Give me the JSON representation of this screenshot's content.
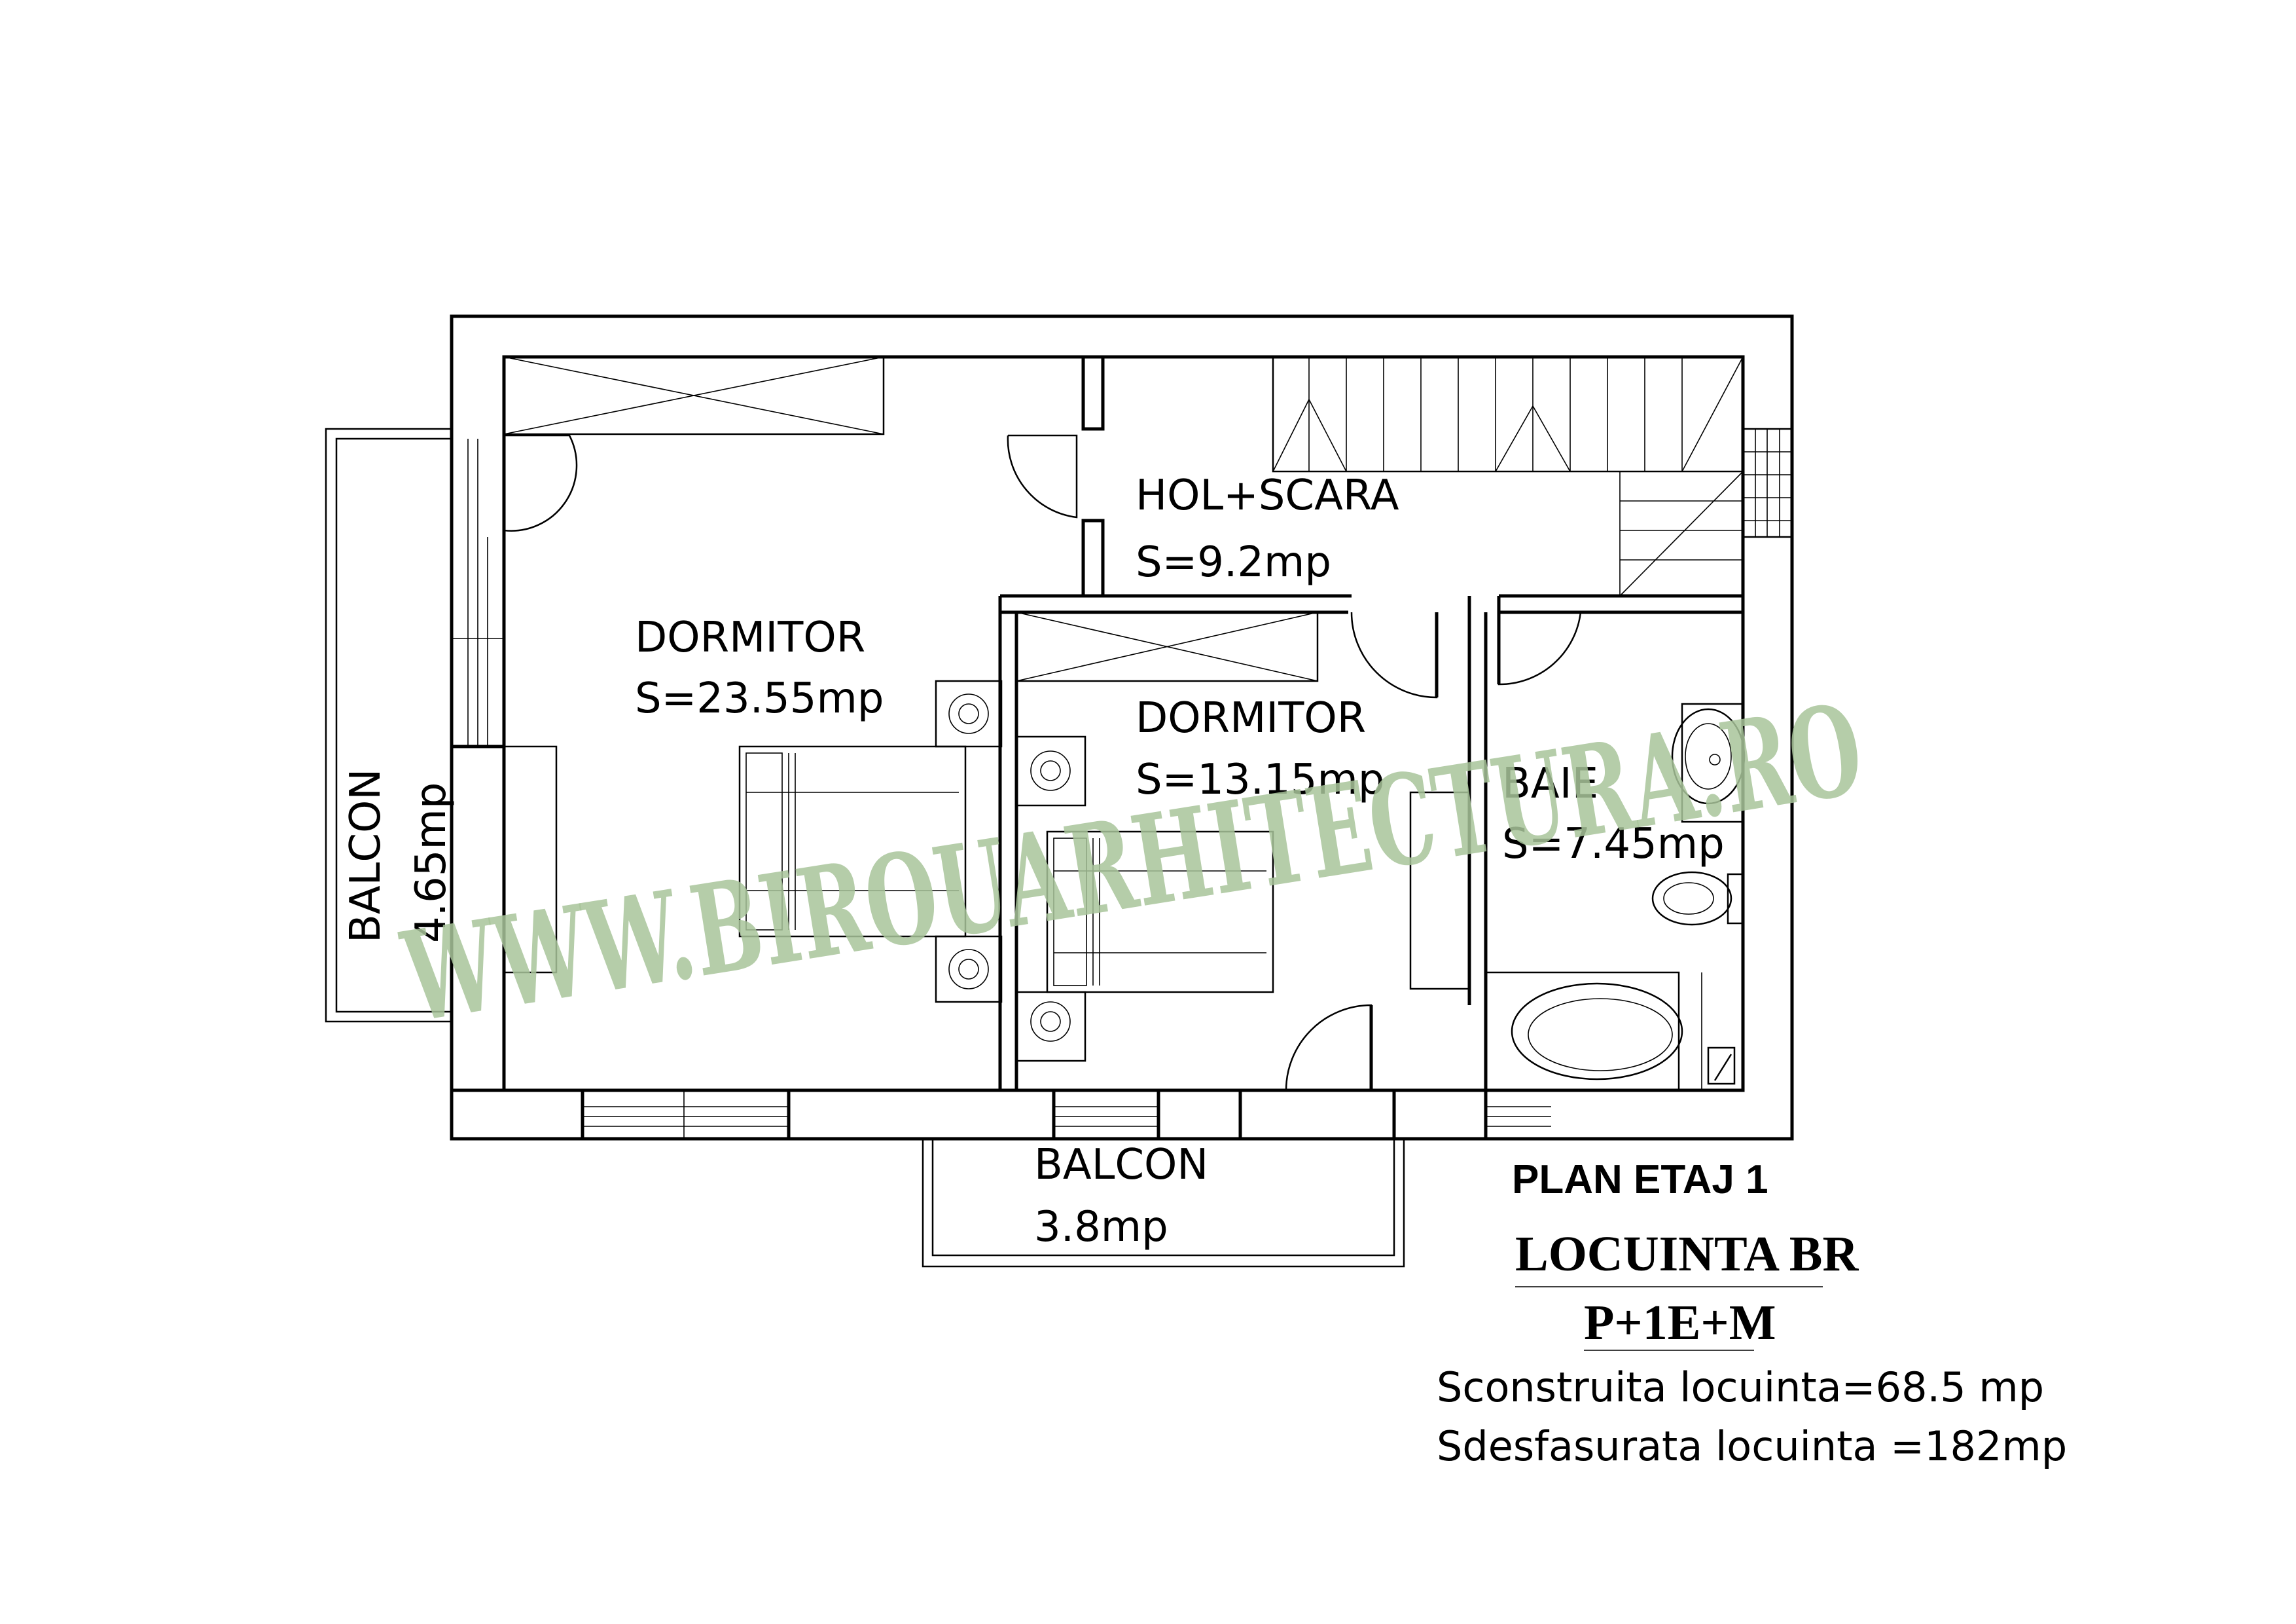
{
  "rooms": {
    "dormitor_large": {
      "name": "DORMITOR",
      "area": "S=23.55mp"
    },
    "hol_scara": {
      "name": "HOL+SCARA",
      "area": "S=9.2mp"
    },
    "dormitor_small": {
      "name": "DORMITOR",
      "area": "S=13.15mp"
    },
    "baie": {
      "name": "BAIE",
      "area": "S=7.45mp"
    },
    "balcon_side": {
      "name": "BALCON",
      "area": "4.65mp"
    },
    "balcon_front": {
      "name": "BALCON",
      "area": "3.8mp"
    }
  },
  "title_block": {
    "plan": "PLAN ETAJ 1",
    "project": "LOCUINTA  BR",
    "levels": "P+1E+M",
    "built_area": "Sconstruita locuinta=68.5 mp",
    "developed_area": "Sdesfasurata locuinta =182mp"
  },
  "watermark": "WWW.BIROUARHITECTURA.RO",
  "colors": {
    "lines": "#000000",
    "watermark": "#a8c49a",
    "background": "#ffffff"
  }
}
